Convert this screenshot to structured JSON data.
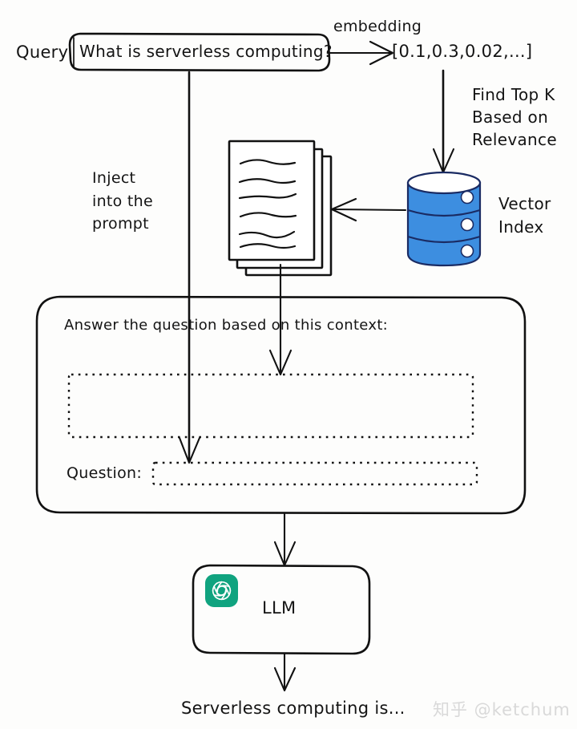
{
  "diagram": {
    "title": "RAG retrieval-augmented generation flow",
    "colors": {
      "background": "#fdfdfc",
      "ink": "#111111",
      "vector_index_blue": "#3d8ee0",
      "vector_index_outline": "#1a2b63",
      "llm_logo_green": "#10a37f",
      "watermark_gray": "#d9d9d9"
    },
    "labels": {
      "query": "Query",
      "query_text": "What is serverless computing?",
      "embedding": "embedding",
      "embedding_vector": "[0.1,0.3,0.02,...]",
      "find_top_k_line1": "Find Top K",
      "find_top_k_line2": "Based on",
      "find_top_k_line3": "Relevance",
      "vector_index_line1": "Vector",
      "vector_index_line2": "Index",
      "inject_line1": "Inject",
      "inject_line2": "into the",
      "inject_line3": "prompt",
      "prompt_instruction": "Answer the question based on this context:",
      "question_label": "Question:",
      "context_slot": "",
      "question_slot": "",
      "llm": "LLM",
      "llm_logo": "openai-logo-icon",
      "output": "Serverless computing is...",
      "watermark": "知乎 @ketchum"
    },
    "nodes": [
      {
        "id": "query-box",
        "label": "What is serverless computing?",
        "shape": "rounded-rect"
      },
      {
        "id": "embedding-vector",
        "label": "[0.1,0.3,0.02,...]",
        "shape": "text"
      },
      {
        "id": "vector-index",
        "label": "Vector Index",
        "shape": "cylinder"
      },
      {
        "id": "documents",
        "label": "retrieved documents",
        "shape": "page-stack",
        "count": 3
      },
      {
        "id": "prompt-box",
        "label": "Answer the question based on this context:",
        "shape": "rounded-rect"
      },
      {
        "id": "context-slot",
        "label": "",
        "shape": "dotted-rect"
      },
      {
        "id": "question-slot",
        "label": "",
        "shape": "dotted-rect"
      },
      {
        "id": "llm-box",
        "label": "LLM",
        "shape": "rounded-rect"
      },
      {
        "id": "output-text",
        "label": "Serverless computing is...",
        "shape": "text"
      }
    ],
    "edges": [
      {
        "from": "query-box",
        "to": "embedding-vector",
        "label": "embedding"
      },
      {
        "from": "embedding-vector",
        "to": "vector-index",
        "label": "Find Top K Based on Relevance"
      },
      {
        "from": "vector-index",
        "to": "documents",
        "label": ""
      },
      {
        "from": "documents",
        "to": "context-slot",
        "label": ""
      },
      {
        "from": "query-box",
        "to": "question-slot",
        "label": "Inject into the prompt"
      },
      {
        "from": "prompt-box",
        "to": "llm-box",
        "label": ""
      },
      {
        "from": "llm-box",
        "to": "output-text",
        "label": ""
      }
    ]
  }
}
